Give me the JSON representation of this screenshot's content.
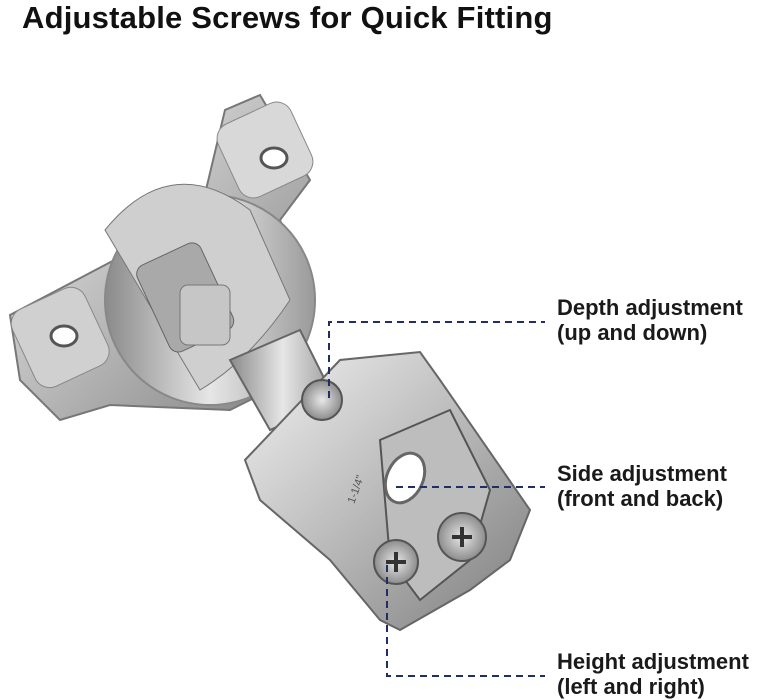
{
  "title": "Adjustable Screws for Quick Fitting",
  "callouts": [
    {
      "line1": "Depth adjustment",
      "line2": "(up and down)"
    },
    {
      "line1": "Side adjustment",
      "line2": "(front and back)"
    },
    {
      "line1": "Height adjustment",
      "line2": "(left and right)"
    }
  ],
  "hinge_marking": "1-1/4\"",
  "colors": {
    "dash": "#1f2f66",
    "text": "#111111"
  }
}
